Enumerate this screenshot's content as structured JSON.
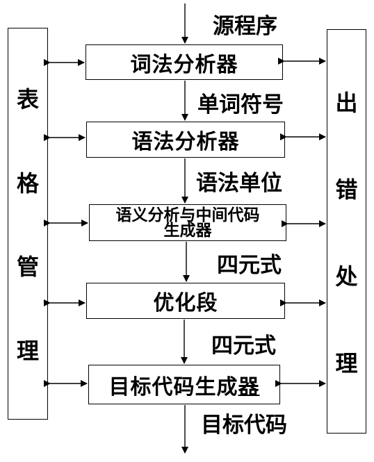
{
  "diagram": {
    "input_label": "源程序",
    "stages": [
      "词法分析器",
      "语法分析器",
      "语义分析与中间代码生成器",
      "优化段",
      "目标代码生成器"
    ],
    "stage3_lines": [
      "语义分析与中间代码",
      "生成器"
    ],
    "stage5_main": "目标代码生成",
    "stage5_tail": "器",
    "flow_labels": [
      "单词符号",
      "语法单位",
      "四元式",
      "四元式",
      "目标代码"
    ],
    "left_box_chars": [
      "表",
      "格",
      "管",
      "理"
    ],
    "right_box_chars": [
      "出",
      "错",
      "处",
      "理"
    ]
  }
}
